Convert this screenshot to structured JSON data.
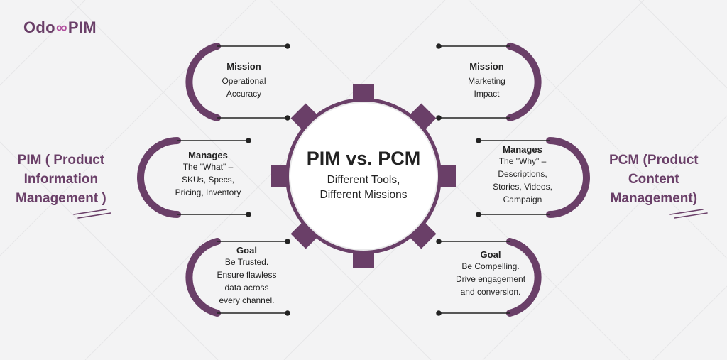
{
  "logo": {
    "left": "Odo",
    "right": "PIM"
  },
  "left_title": [
    "PIM ( Product",
    "Information",
    "Management )"
  ],
  "right_title": [
    "PCM (Product",
    "Content",
    "Management)"
  ],
  "center": {
    "title": "PIM vs. PCM",
    "subtitle_line1": "Different Tools,",
    "subtitle_line2": "Different Missions"
  },
  "pim": {
    "mission": {
      "heading": "Mission",
      "lines": [
        "Operational",
        "Accuracy"
      ]
    },
    "manages": {
      "heading": "Manages",
      "lines": [
        "The \"What\" –",
        "SKUs, Specs,",
        "Pricing, Inventory"
      ]
    },
    "goal": {
      "heading": "Goal",
      "lines": [
        "Be Trusted.",
        "Ensure flawless",
        "data across",
        "every channel."
      ]
    }
  },
  "pcm": {
    "mission": {
      "heading": "Mission",
      "lines": [
        "Marketing",
        "Impact"
      ]
    },
    "manages": {
      "heading": "Manages",
      "lines": [
        "The \"Why\" –",
        "Descriptions,",
        "Stories, Videos,",
        "Campaign"
      ]
    },
    "goal": {
      "heading": "Goal",
      "lines": [
        "Be Compelling.",
        "Drive engagement",
        "and conversion."
      ]
    }
  },
  "colors": {
    "accent": "#6a3f68",
    "logo_infinity": "#b14f9e",
    "background": "#f3f3f4",
    "center_circle": "#ffffff"
  }
}
